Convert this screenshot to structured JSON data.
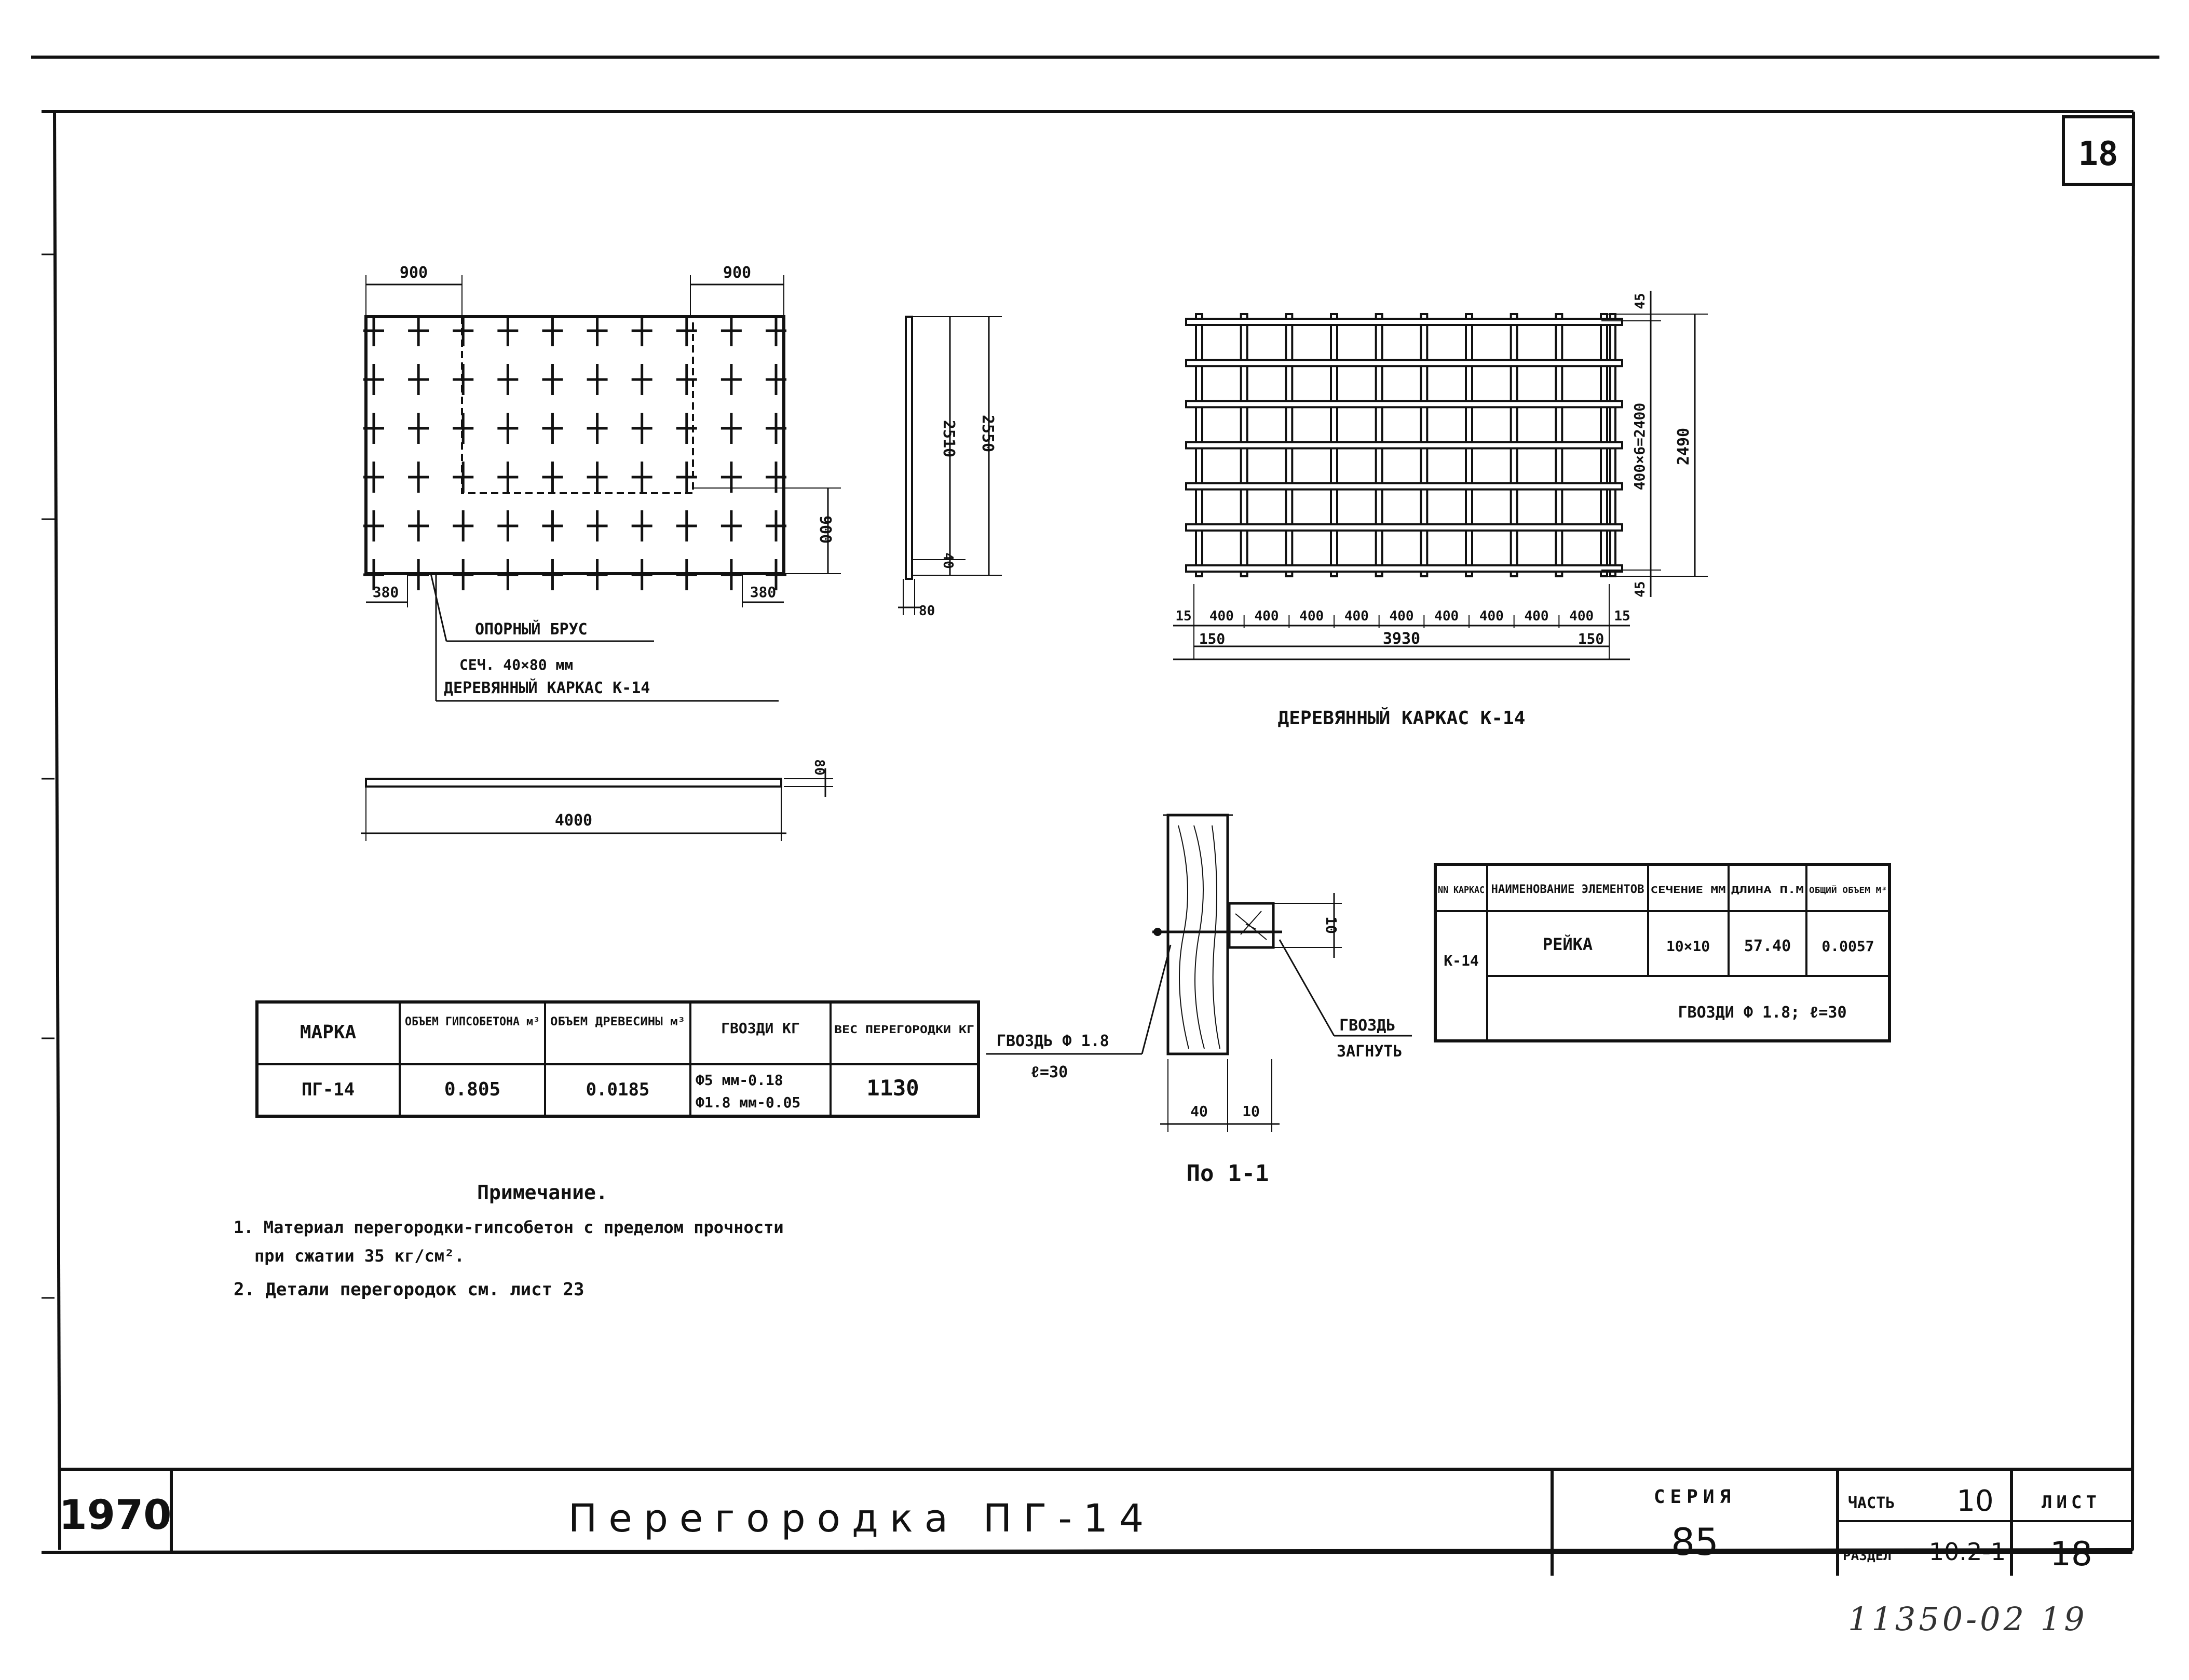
{
  "sheet_number": "18",
  "top_view": {
    "dim_top_left": "900",
    "dim_top_right": "900",
    "dim_right": "900",
    "dim_bottom_left": "380",
    "dim_bottom_right": "380",
    "leader_1a": "ОПОРНЫЙ БРУС",
    "leader_1b": "СЕЧ. 40×80 мм",
    "leader_2": "ДЕРЕВЯННЫЙ КАРКАС К-14"
  },
  "side_view": {
    "dim_inner": "2510",
    "dim_outer": "2550",
    "dim_bottom": "40",
    "dim_thickness": "80"
  },
  "plank": {
    "length": "4000",
    "thickness": "80"
  },
  "frame": {
    "top_offset": "45",
    "vertical_inner": "400×6=2400",
    "vertical_total": "2490",
    "bottom_offset": "45",
    "spacing_labels": [
      "15",
      "400",
      "400",
      "400",
      "400",
      "400",
      "400",
      "400",
      "400",
      "400",
      "15"
    ],
    "bottom_left": "150",
    "bottom_total": "3930",
    "bottom_right": "150",
    "caption": "ДЕРЕВЯННЫЙ КАРКАС К-14"
  },
  "section": {
    "left_label_1": "ГВОЗДЬ Ф 1.8",
    "left_label_2": "ℓ=30",
    "right_label_1": "ГВОЗДЬ",
    "right_label_2": "ЗАГНУТЬ",
    "dim_right": "10",
    "dim_b1": "40",
    "dim_b2": "10",
    "caption": "По 1-1"
  },
  "table_main": {
    "headers": [
      "МАРКА",
      "ОБЪЕМ ГИПСОБЕТОНА м³",
      "ОБЪЕМ ДРЕВЕСИНЫ м³",
      "ГВОЗДИ КГ",
      "ВЕС ПЕРЕГОРОДКИ КГ"
    ],
    "row": [
      "ПГ-14",
      "0.805",
      "0.0185",
      "Ф5 мм-0.18",
      "1130"
    ],
    "row_extra": "Ф1.8 мм-0.05"
  },
  "table_elements": {
    "headers": [
      "NN КАРКАС",
      "НАИМЕНОВАНИЕ ЭЛЕМЕНТОВ",
      "СЕЧЕНИЕ ММ",
      "ДЛИНА П.М",
      "ОБЩИЙ ОБЪЕМ М³"
    ],
    "mark": "К-14",
    "row": [
      "РЕЙКА",
      "10×10",
      "57.40",
      "0.0057"
    ],
    "footer": "ГВОЗДИ Ф 1.8; ℓ=30"
  },
  "notes": {
    "title": "Примечание.",
    "line1": "1. Материал перегородки-гипсобетон с пределом прочности",
    "line1b": "при сжатии 35 кг/см².",
    "line2": "2. Детали перегородок см. лист 23"
  },
  "title_block": {
    "year": "1970",
    "title": "Перегородка ПГ-14",
    "series_label": "СЕРИЯ",
    "series_value": "85",
    "part_label": "ЧАСТЬ",
    "part_value": "10",
    "section_label": "РАЗДЕЛ",
    "section_value": "10.2-1",
    "sheet_label": "ЛИСТ",
    "sheet_value": "18",
    "archive_no": "11350-02 19"
  }
}
